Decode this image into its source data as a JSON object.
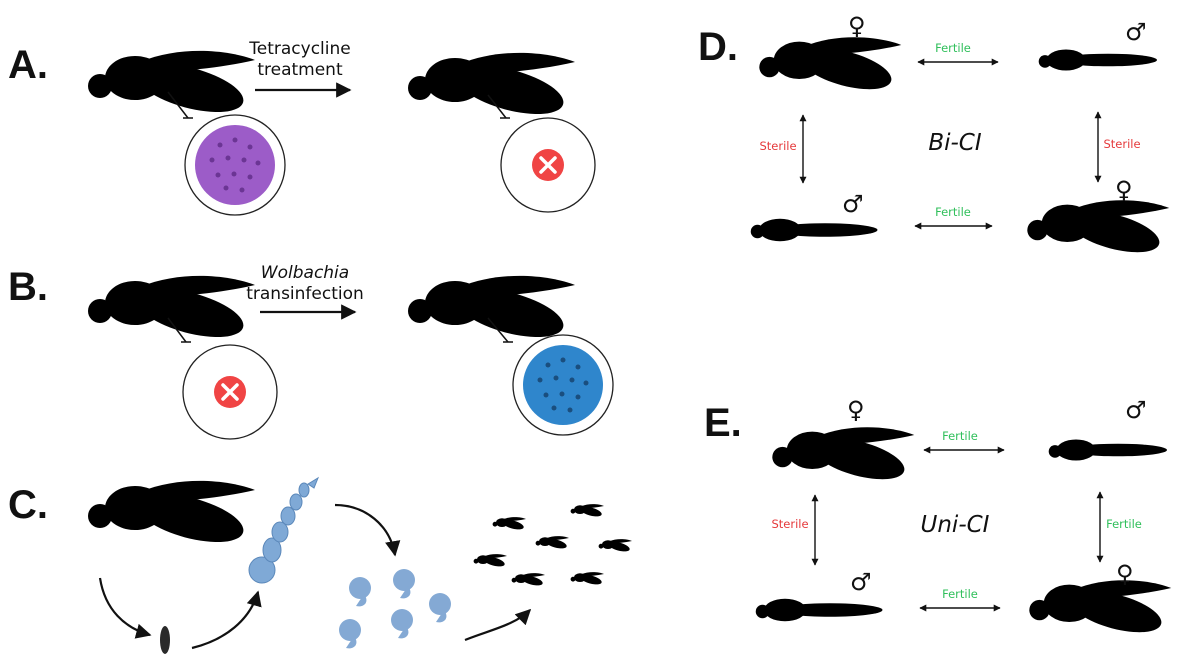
{
  "colors": {
    "wolbachia_purple": "#8a5cc6",
    "wolbachia_blue": "#2f7fc4",
    "uninfected_gray": "#6b6b6b",
    "mosquito_blue": "#3e5b8f",
    "mosquito_purple": "#8b72c4",
    "larva_blue": "#7fa9d6",
    "fertile_green": "#2fbf5a",
    "sterile_red": "#e5393b",
    "cross_red": "#f04444"
  },
  "panel_a": {
    "label": "A.",
    "step_line1": "Tetracycline",
    "step_line2": "treatment"
  },
  "panel_b": {
    "label": "B.",
    "step_line1": "Wolbachia",
    "step_line2": "transinfection"
  },
  "panel_c": {
    "label": "C."
  },
  "panel_d": {
    "label": "D.",
    "center": "Bi-CI",
    "top": "Fertile",
    "bottom": "Fertile",
    "left": "Sterile",
    "right": "Sterile",
    "sex_top_left": "♀",
    "sex_top_right": "♂",
    "sex_bottom_left": "♂",
    "sex_bottom_right": "♀"
  },
  "panel_e": {
    "label": "E.",
    "center": "Uni-CI",
    "top": "Fertile",
    "bottom": "Fertile",
    "left": "Sterile",
    "right": "Fertile",
    "sex_top_left": "♀",
    "sex_top_right": "♂",
    "sex_bottom_left": "♂",
    "sex_bottom_right": "♀"
  },
  "icons": [
    "mosquito-icon",
    "cell-icon",
    "no-wolbachia-icon",
    "egg-icon",
    "larva-icon",
    "pupa-icon"
  ]
}
